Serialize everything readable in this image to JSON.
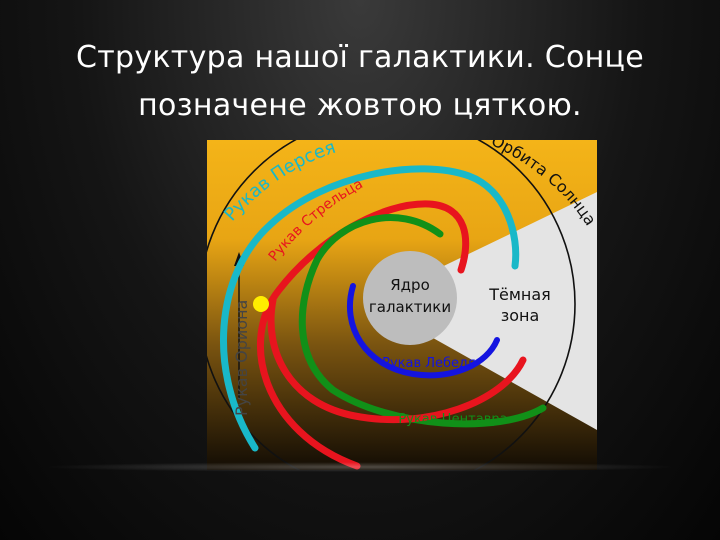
{
  "slide": {
    "title_line1": "Структура нашої галактики. Сонце",
    "title_line2": "позначене жовтою цяткою."
  },
  "diagram": {
    "labels": {
      "perseus_arm": "Рукав Персея",
      "sagittarius_arm": "Рукав Стрельца",
      "orion_arm": "Рукав Ориона",
      "sun_orbit": "Орбита Солнца",
      "core_line1": "Ядро",
      "core_line2": "галактики",
      "dark_zone_line1": "Тёмная",
      "dark_zone_line2": "зона",
      "cygnus_arm": "Рукав Лебедя",
      "centaurus_arm": "Рукав Центавра"
    },
    "colors": {
      "background_top": "#f2b21a",
      "background_bottom": "#1a1206",
      "dark_zone": "#e4e4e4",
      "core": "#bdbdbd",
      "orbit": "#111111",
      "cyan_arm": "#19b8c8",
      "red_arm": "#e8141e",
      "green_arm": "#119018",
      "blue_arm": "#1414e0",
      "sun": "#ffee00"
    }
  }
}
